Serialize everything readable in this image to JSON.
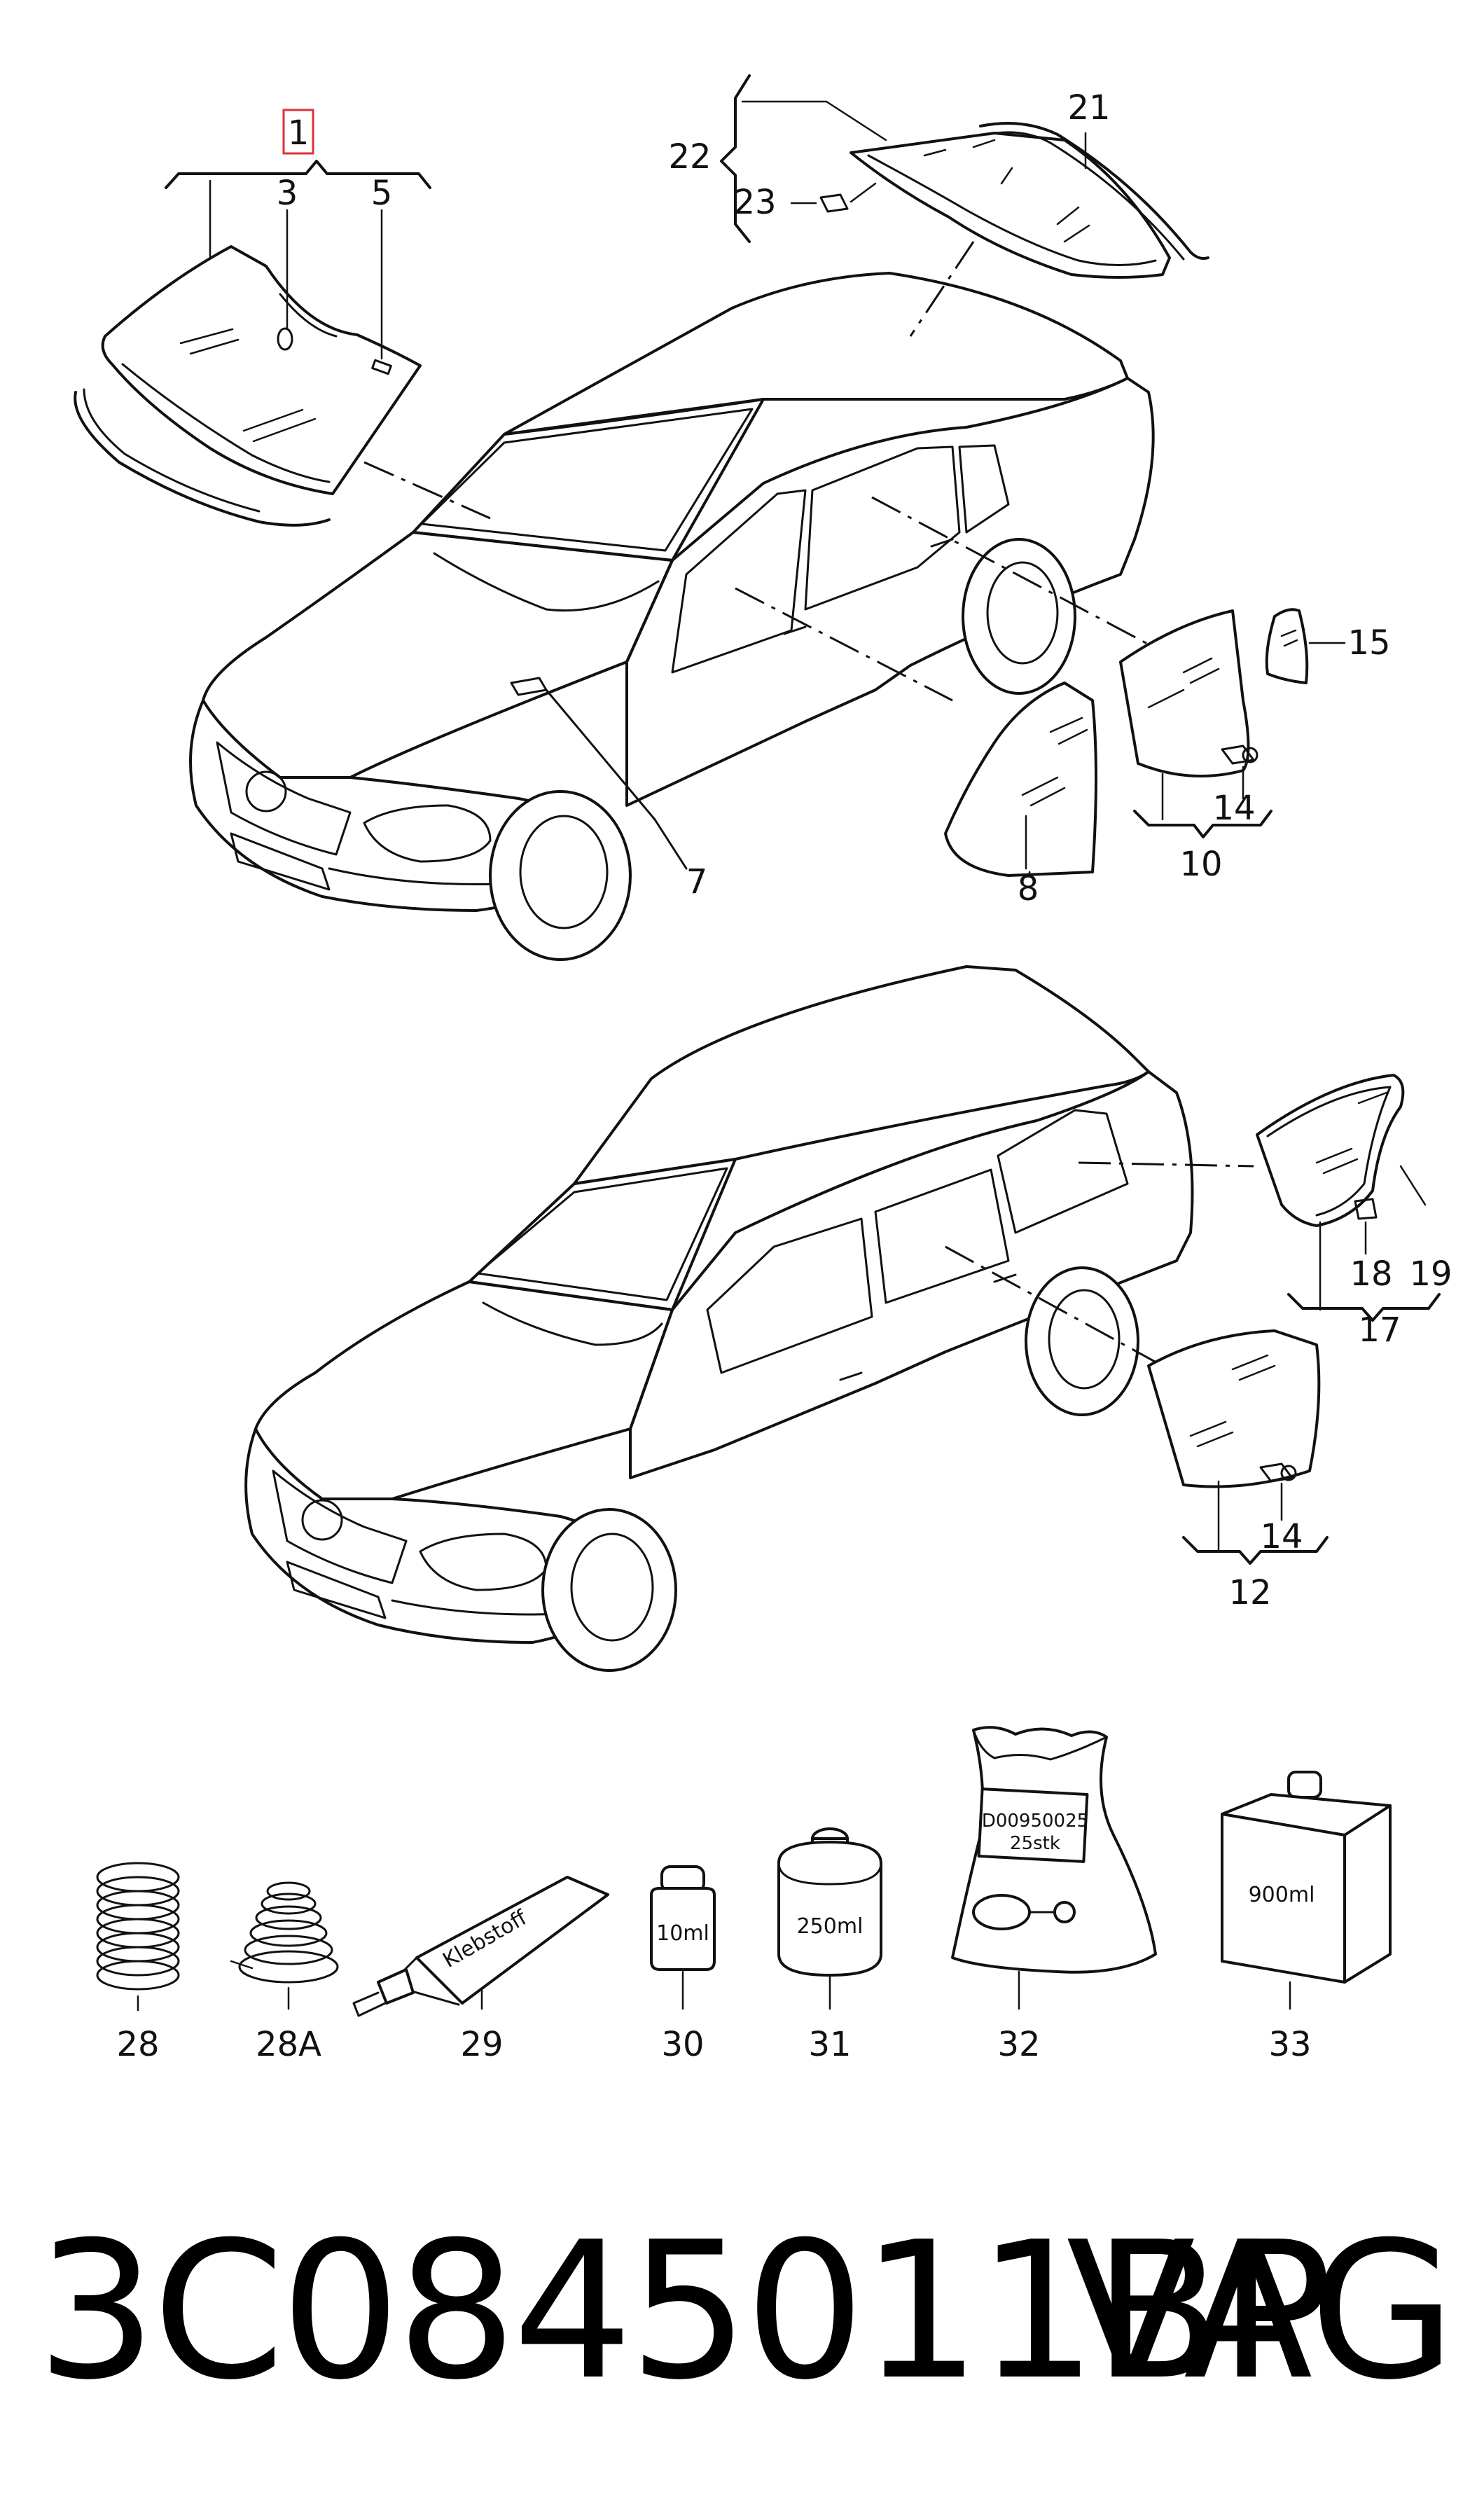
{
  "callouts": {
    "c1": "1",
    "c3": "3",
    "c5": "5",
    "c7": "7",
    "c8": "8",
    "c10": "10",
    "c12": "12",
    "c14a": "14",
    "c14b": "14",
    "c15": "15",
    "c17": "17",
    "c18": "18",
    "c19": "19",
    "c21": "21",
    "c22": "22",
    "c23": "23",
    "c28": "28",
    "c28a": "28A",
    "c29": "29",
    "c30": "30",
    "c31": "31",
    "c32": "32",
    "c33": "33"
  },
  "product_labels": {
    "tube": "Klebstoff",
    "bottle": "10ml",
    "can": "250ml",
    "bag_line1": "D00950025",
    "bag_line2": "25stk",
    "canister": "900ml"
  },
  "footer": {
    "part_number": "3C0845011BP",
    "brand": "VAG"
  },
  "colors": {
    "line": "#111111",
    "highlight": "#e0303a",
    "background": "#ffffff"
  }
}
